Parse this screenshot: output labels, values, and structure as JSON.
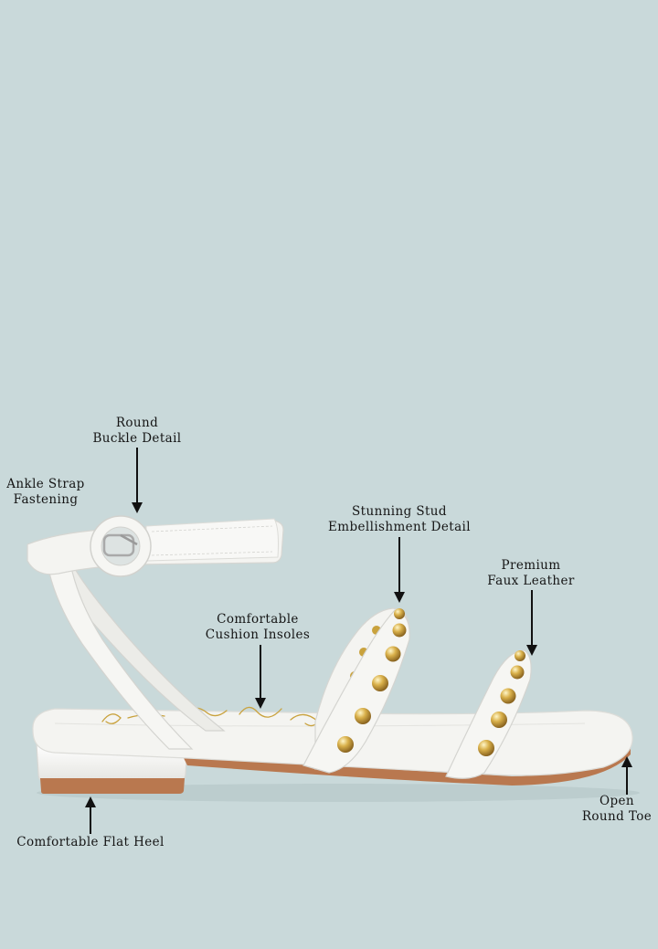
{
  "annotations": {
    "round_buckle": [
      "Round",
      "Buckle Detail"
    ],
    "ankle_strap": [
      "Ankle Strap",
      "Fastening"
    ],
    "stud_detail": [
      "Stunning Stud",
      "Embellishment Detail"
    ],
    "faux_leather": [
      "Premium",
      "Faux Leather"
    ],
    "cushion_insoles": [
      "Comfortable",
      "Cushion Insoles"
    ],
    "open_toe": [
      "Open",
      "Round Toe"
    ],
    "flat_heel": [
      "Comfortable Flat Heel"
    ]
  },
  "colors": {
    "background": "#c9d9da",
    "leather": "#f4f4f1",
    "sole": "#b9784f",
    "stud": "#c9a23d"
  }
}
